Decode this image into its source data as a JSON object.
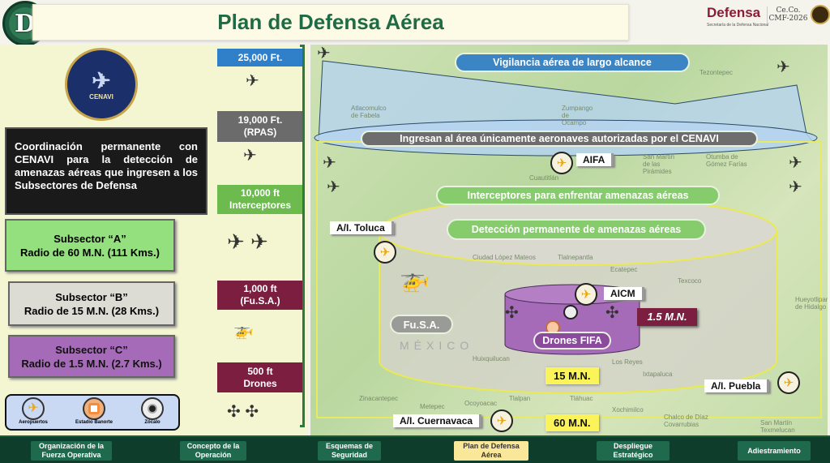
{
  "header": {
    "badge": "D",
    "title": "Plan de Defensa Aérea",
    "brand": "Defensa",
    "brand_sub": "Secretaría de la Defensa Nacional",
    "ceco": "Ce.Co.",
    "cmf": "CMF-2026"
  },
  "left": {
    "logo_text": "CENAVI",
    "coordination": "Coordinación permanente con CENAVI para la detección de amenazas aéreas que ingresen a los Subsectores de Defensa",
    "subsectors": [
      {
        "name": "Subsector “A”",
        "radius": "Radio de 60 M.N. (111 Kms.)"
      },
      {
        "name": "Subsector “B”",
        "radius": "Radio de 15 M.N. (28 Kms.)"
      },
      {
        "name": "Subsector “C”",
        "radius": "Radio de 1.5 M.N. (2.7 Kms.)"
      }
    ],
    "legend": [
      {
        "label": "Aeropuertos",
        "icon": "airplane-icon"
      },
      {
        "label": "Estadio Banorte",
        "icon": "stadium-icon"
      },
      {
        "label": "Zócalo",
        "icon": "zocalo-icon"
      }
    ]
  },
  "altitudes": [
    {
      "line1": "25,000 Ft.",
      "line2": "",
      "color": "#2f7fc9"
    },
    {
      "line1": "19,000 Ft.",
      "line2": "(RPAS)",
      "color": "#6b6b6b"
    },
    {
      "line1": "10,000 ft",
      "line2": "Interceptores",
      "color": "#6dbb4f"
    },
    {
      "line1": "1,000 ft",
      "line2": "(Fu.S.A.)",
      "color": "#7b1e3f"
    },
    {
      "line1": "500 ft",
      "line2": "Drones",
      "color": "#7b1e3f"
    }
  ],
  "map": {
    "vigilancia": "Vigilancia aérea de largo alcance",
    "ingresan": "Ingresan al área únicamente aeronaves autorizadas por el CENAVI",
    "interceptores": "Interceptores  para enfrentar amenazas aéreas",
    "deteccion": "Detección permanente de amenazas aéreas",
    "airports": {
      "aifa": "AIFA",
      "toluca": "A/I. Toluca",
      "aicm": "AICM",
      "puebla": "A/I. Puebla",
      "cuernavaca": "A/I. Cuernavaca"
    },
    "fusa": "Fu.S.A.",
    "drones_fifa": "Drones FIFA",
    "r15": "1.5 M.N.",
    "r150": "15 M.N.",
    "r60": "60 M.N.",
    "places": [
      "Tezontepec",
      "Atlacomulco de Fabela",
      "Zumpango de Ocampo",
      "San Martín de las Pirámides",
      "Otumba de Gómez Farías",
      "Cuautitlán",
      "Ciudad López Mateos",
      "Tlalnepantla",
      "Ecatepec",
      "Texcoco",
      "Huixquilucan",
      "Los Reyes",
      "Ixtapaluca",
      "Zinacantepec",
      "Metepec",
      "Ocoyoacac",
      "Tlalpan",
      "Tláhuac",
      "Xochimilco",
      "Chalco de Díaz Covarrubias",
      "San Martín Texmelucan",
      "Hueyotlipan de Hidalgo",
      "MÉXICO"
    ]
  },
  "nav": [
    {
      "label": "Organización de la Fuerza Operativa",
      "active": false
    },
    {
      "label": "Concepto de la Operación",
      "active": false
    },
    {
      "label": "Esquemas de Seguridad",
      "active": false
    },
    {
      "label": "Plan de Defensa Aérea",
      "active": true
    },
    {
      "label": "Despliegue Estratégico",
      "active": false
    },
    {
      "label": "Adiestramiento",
      "active": false
    }
  ]
}
